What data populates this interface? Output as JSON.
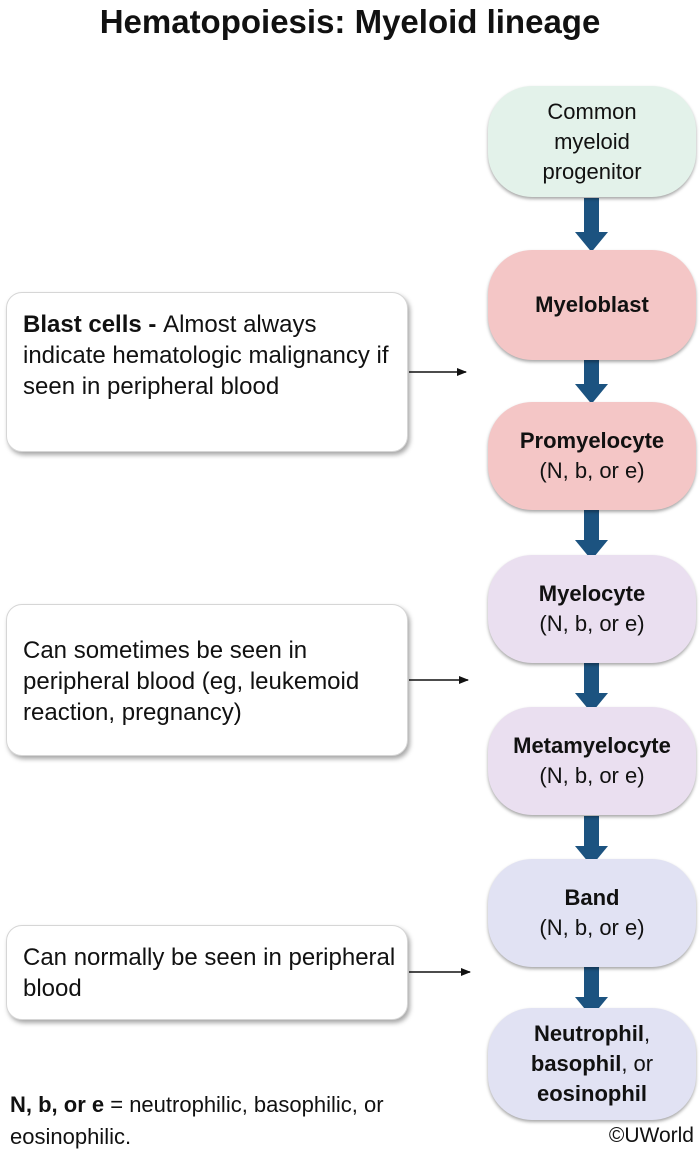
{
  "title": "Hematopoiesis: Myeloid lineage",
  "nodes": {
    "cmp": {
      "line1": "Common",
      "line2": "myeloid",
      "line3": "progenitor"
    },
    "myeloblast": {
      "name": "Myeloblast"
    },
    "promyelocyte": {
      "name": "Promyelocyte",
      "sub": "(N, b, or e)"
    },
    "myelocyte": {
      "name": "Myelocyte",
      "sub": "(N, b, or e)"
    },
    "metamyelocyte": {
      "name": "Metamyelocyte",
      "sub": "(N, b, or e)"
    },
    "band": {
      "name": "Band",
      "sub": "(N, b, or e)"
    },
    "final": {
      "part1": "Neutrophil",
      "sep1": ",",
      "part2": "basophil",
      "sep2": ", or",
      "part3": "eosinophil"
    }
  },
  "notes": {
    "blast": {
      "lead": "Blast cells - ",
      "text": "Almost always indicate hematologic malignancy if seen in peripheral blood"
    },
    "sometimes": {
      "text": "Can sometimes be seen in peripheral blood (eg, leukemoid reaction, pregnancy)"
    },
    "normally": {
      "text": "Can normally be seen in peripheral blood"
    }
  },
  "footnote": {
    "abbr": "N, b, or e",
    "text": " = neutrophilic, basophilic, or eosinophilic."
  },
  "copyright": "©UWorld",
  "colors": {
    "arrow": "#1c5380",
    "progenitor": "#e3f2ea",
    "blast_stage": "#f4c6c6",
    "cyte_stage": "#eadff0",
    "mature_stage": "#e1e2f3"
  }
}
